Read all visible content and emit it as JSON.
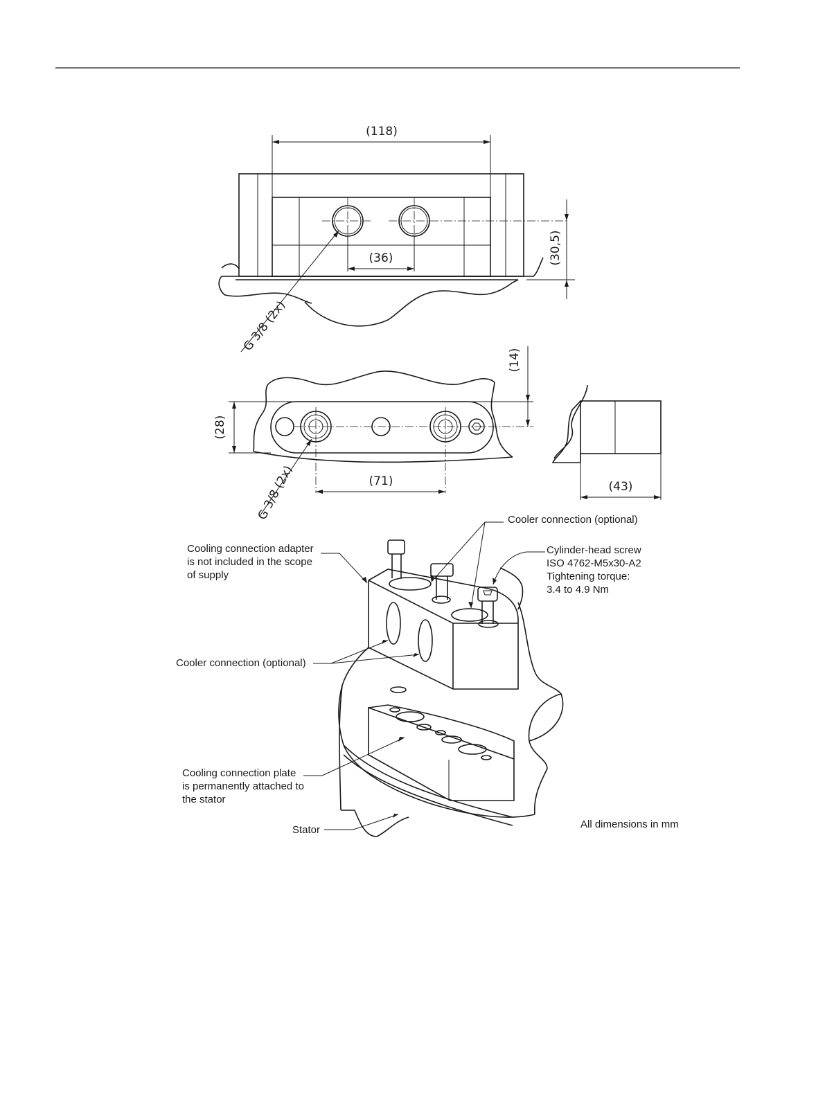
{
  "top_view": {
    "dim_width": "(118)",
    "dim_port_spacing": "(36)",
    "dim_height": "(30,5)",
    "thread_callout": "G 3/8 (2x)"
  },
  "front_view": {
    "dim_offset": "(14)",
    "dim_height": "(28)",
    "dim_port_spacing": "(71)",
    "thread_callout": "G 3/8 (2x)"
  },
  "side_view": {
    "dim_depth": "(43)"
  },
  "labels": {
    "cooler_connection_top": "Cooler connection (optional)",
    "adapter_note": [
      "Cooling connection adapter",
      "is not included in the scope",
      "of supply"
    ],
    "screw_note": [
      "Cylinder-head screw",
      "ISO 4762-M5x30-A2",
      "Tightening torque:",
      "3.4 to 4.9 Nm"
    ],
    "cooler_connection_left": "Cooler connection (optional)",
    "plate_note": [
      "Cooling connection plate",
      "is permanently attached to",
      "the stator"
    ],
    "stator": "Stator",
    "units_note": "All dimensions in mm"
  }
}
